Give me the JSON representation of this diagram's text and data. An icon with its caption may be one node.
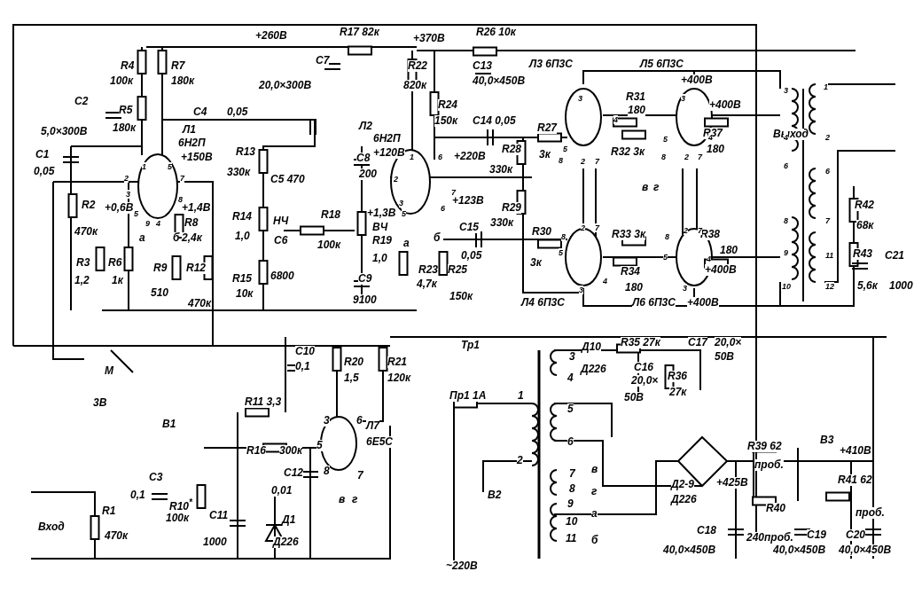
{
  "diagram": {
    "labels": [
      "+260В",
      "R17 82к",
      "+370В",
      "R26 10к",
      "R4",
      "100к",
      "R7",
      "180к",
      "C7",
      "20,0×300В",
      "R22",
      "820к",
      "C13",
      "40,0×450В",
      "Л3 6П3С",
      "Л5 6П3С",
      "+400В",
      "C2",
      "5,0×300В",
      "R5",
      "180к",
      "C4",
      "0,05",
      "R31",
      "180",
      "+400В",
      "Выход",
      "R24",
      "150к",
      "C14 0,05",
      "Л1",
      "6Н2П",
      "+150В",
      "Л2",
      "6Н2П",
      "+120В",
      "R27",
      "R37",
      "180",
      "C1",
      "0,05",
      "R13",
      "330к",
      "+220В",
      "R28",
      "3к",
      "R32 3к",
      "C8",
      "200",
      "330к",
      "C5 470",
      "в",
      "г",
      "R2",
      "+0,6В",
      "+1,4В",
      "+123В",
      "R29",
      "R14",
      "НЧ",
      "R18",
      "+1,3В",
      "ВЧ",
      "R8",
      "470к",
      "330к",
      "C15",
      "R30",
      "R33 3к",
      "R38",
      "R42",
      "1,0",
      "а",
      "б",
      "2,4к",
      "C6",
      "R19",
      "100к",
      "а",
      "б",
      "68к",
      "R3",
      "R6",
      "R9",
      "R12",
      "1,0",
      "R23",
      "R25",
      "0,05",
      "3к",
      "R34",
      "+400В",
      "180",
      "R43",
      "C21",
      "1,2",
      "1к",
      "R15",
      "6800",
      "C9",
      "4,7к",
      "180",
      "5,6к",
      "1000",
      "510",
      "470к",
      "10к",
      "9100",
      "150к",
      "Л4 6П3С",
      "Л6 6П3С",
      "+400В",
      "Тр1",
      "Д10",
      "R35 27к",
      "C17",
      "20,0×",
      "50В",
      "C10",
      "0,1",
      "R20",
      "1,5",
      "R21",
      "120к",
      "3",
      "4",
      "Д226",
      "C16",
      "20,0×",
      "R36",
      "27к",
      "50В",
      "М",
      "3В",
      "R11 3,3",
      "Пр1 1А",
      "1",
      "5",
      "В1",
      "3",
      "6",
      "Л7",
      "R16",
      "300к",
      "5",
      "6Е5С",
      "6",
      "R39 62",
      "В3",
      "+410В",
      "C3",
      "C12",
      "8",
      "7",
      "2",
      "7",
      "в",
      "Д2-9",
      "+425В",
      "проб.",
      "R41 62",
      "0,1",
      "R10$^{*}$",
      "0,01",
      "в",
      "г",
      "В2",
      "8",
      "г",
      "Д226",
      "R1",
      "100к",
      "C11",
      "Д1",
      "9",
      "а",
      "R40",
      "проб.",
      "Вход",
      "470к",
      "1000",
      "Д226",
      "10",
      "11",
      "б",
      "C18",
      "240проб.",
      "C19",
      "C20",
      "40,0×450В",
      "40,0×450В",
      "40,0×450В",
      "~220В",
      "1",
      "5",
      "2",
      "7",
      "3",
      "8",
      "5",
      "9",
      "4",
      "1",
      "6",
      "2",
      "7",
      "3",
      "5",
      "6",
      "3",
      "4",
      "5",
      "8",
      "2",
      "7",
      "8",
      "2",
      "7",
      "5",
      "3",
      "4",
      "3",
      "5",
      "4",
      "8",
      "2",
      "7",
      "8",
      "2",
      "7",
      "5",
      "4",
      "3",
      "3",
      "1",
      "4",
      "2",
      "6",
      "6",
      "8",
      "7",
      "9",
      "11",
      "10",
      "12"
    ]
  }
}
